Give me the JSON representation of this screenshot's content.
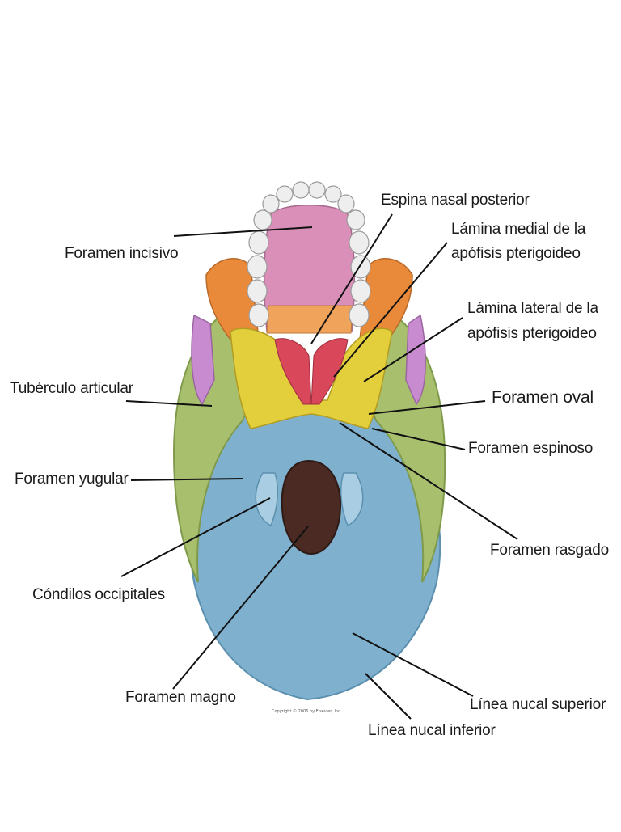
{
  "labels": {
    "espina_nasal_posterior": "Espina nasal posterior",
    "lamina_medial_1": "Lámina medial de la",
    "lamina_medial_2": "apófisis pterigoideo",
    "lamina_lateral_1": "Lámina lateral de la",
    "lamina_lateral_2": "apófisis pterigoideo",
    "foramen_incisivo": "Foramen incisivo",
    "tuberculo_articular": "Tubérculo articular",
    "foramen_oval": "Foramen oval",
    "foramen_espinoso": "Foramen espinoso",
    "foramen_yugular": "Foramen yugular",
    "foramen_rasgado": "Foramen rasgado",
    "condilos_occipitales": "Cóndilos occipitales",
    "foramen_magno": "Foramen magno",
    "linea_nucal_superior": "Línea nucal superior",
    "linea_nucal_inferior": "Línea nucal inferior"
  },
  "copyright": "Copyright © 2006 by Elsevier, Inc.",
  "colors": {
    "palate": "#d98fb8",
    "teeth": "#eeeeee",
    "maxilla_orange": "#e98a3a",
    "zygomatic": "#c98bd0",
    "sphenoid_yellow": "#e3cf3c",
    "temporal_green": "#a8bf6e",
    "occipital_blue": "#7fb1cf",
    "foramen_magnum": "#4a2a22",
    "vomer_red": "#d8475a"
  }
}
